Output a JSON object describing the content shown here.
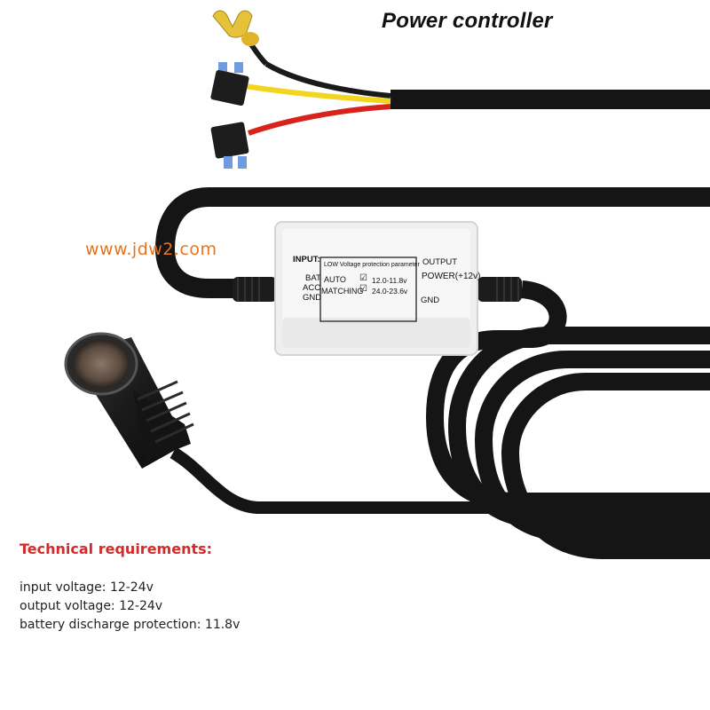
{
  "title": "Power controller",
  "website": "www.jdw2.com",
  "module": {
    "input_label": "INPUT:",
    "input_pins": [
      "BAT",
      "ACC",
      "GND"
    ],
    "param_title": "LOW Voltage protection parameter",
    "auto_label": "AUTO",
    "matching_label": "MATCHING",
    "range_1": "12.0-11.8v",
    "range_2": "24.0-23.6v",
    "output_label": "OUTPUT",
    "output_power": "POWER(+12v)",
    "output_gnd": "GND"
  },
  "tech": {
    "heading": "Technical requirements:",
    "lines": [
      "input voltage: 12-24v",
      "output voltage: 12-24v",
      "battery discharge protection: 11.8v"
    ]
  },
  "colors": {
    "title": "#111111",
    "website": "#e8731e",
    "heading": "#d42a2a",
    "cable": "#151515",
    "wire_yellow": "#f2d51e",
    "wire_red": "#d8231c",
    "fuse_blue": "#6f9be0",
    "terminal_gold": "#e6c23a"
  }
}
